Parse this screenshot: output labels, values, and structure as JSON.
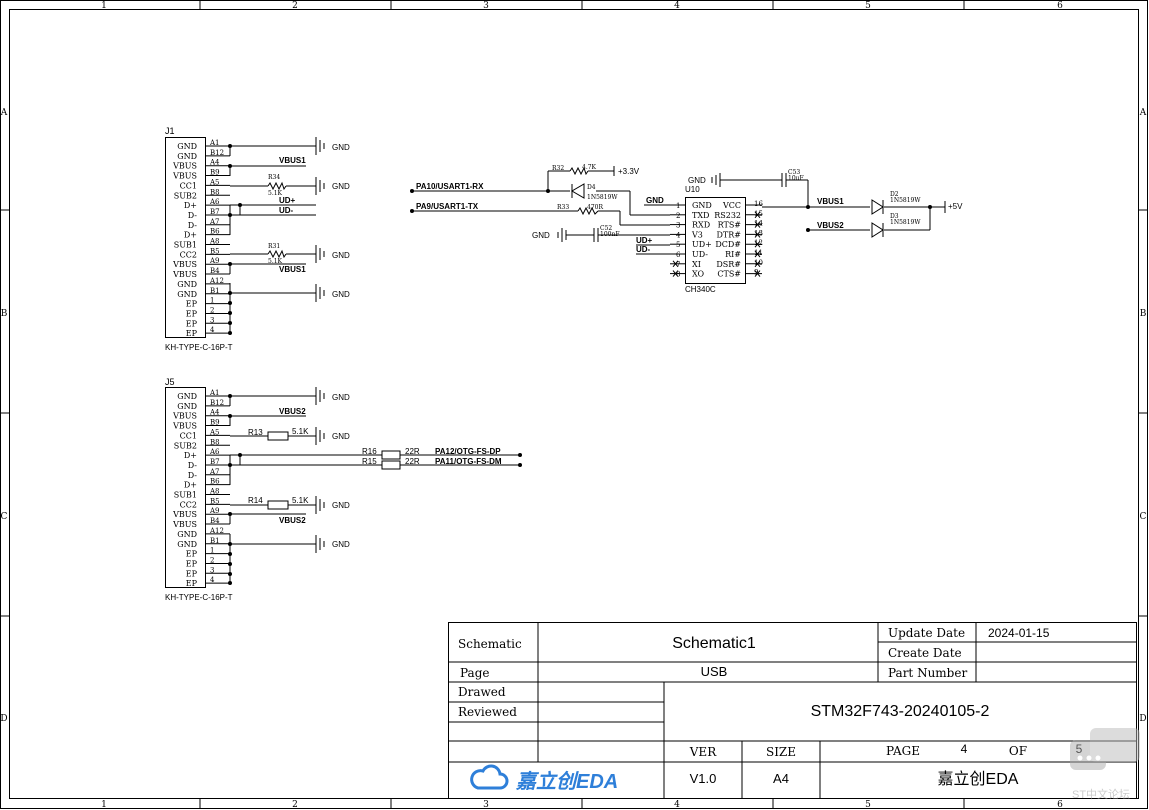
{
  "border": {
    "cols": [
      "1",
      "2",
      "3",
      "4",
      "5",
      "6"
    ],
    "rows": [
      "A",
      "B",
      "C",
      "D"
    ]
  },
  "j1": {
    "ref": "J1",
    "footprint": "KH-TYPE-C-16P-T",
    "pin_labels": [
      "GND",
      "GND",
      "VBUS",
      "VBUS",
      "CC1",
      "SUB2",
      "D+",
      "D-",
      "D-",
      "D+",
      "SUB1",
      "CC2",
      "VBUS",
      "VBUS",
      "GND",
      "GND",
      "EP",
      "EP",
      "EP",
      "EP"
    ],
    "pin_numbers": [
      "A1",
      "B12",
      "A4",
      "B9",
      "A5",
      "B8",
      "A6",
      "B7",
      "A7",
      "B6",
      "A8",
      "B5",
      "A9",
      "B4",
      "A12",
      "B1",
      "1",
      "2",
      "3",
      "4"
    ],
    "r_cc1": "R34",
    "r_cc1_val": "5.1K",
    "r_cc2": "R31",
    "r_cc2_val": "5.1K",
    "net_vbus_top": "VBUS1",
    "net_vbus_bot": "VBUS1",
    "net_dp": "UD+",
    "net_dm": "UD-",
    "gnd": "GND"
  },
  "j5": {
    "ref": "J5",
    "footprint": "KH-TYPE-C-16P-T",
    "r_cc1": "R13",
    "r_cc1_val": "5.1K",
    "r_cc2": "R14",
    "r_cc2_val": "5.1K",
    "net_vbus_top": "VBUS2",
    "net_vbus_bot": "VBUS2",
    "r_dp": "R16",
    "r_dp_val": "22R",
    "net_dp": "PA12/OTG-FS-DP",
    "r_dm": "R15",
    "r_dm_val": "22R",
    "net_dm": "PA11/OTG-FS-DM"
  },
  "u10": {
    "ref": "U10",
    "part": "CH340C",
    "left_pins": [
      "GND",
      "TXD",
      "RXD",
      "V3",
      "UD+",
      "UD-",
      "XI",
      "XO"
    ],
    "left_nums": [
      "1",
      "2",
      "3",
      "4",
      "5",
      "6",
      "7",
      "8"
    ],
    "right_pins": [
      "VCC",
      "RS232",
      "RTS#",
      "DTR#",
      "DCD#",
      "RI#",
      "DSR#",
      "CTS#"
    ],
    "right_nums": [
      "16",
      "15",
      "14",
      "13",
      "12",
      "11",
      "10",
      "9"
    ],
    "net_rx": "PA10/USART1-RX",
    "net_tx": "PA9/USART1-TX",
    "r32": "R32",
    "r32_val": "4.7K",
    "r33": "R33",
    "r33_val": "470R",
    "d4": "D4",
    "d4_val": "1N5819W",
    "c52": "C52",
    "c52_val": "100nF",
    "c53": "C53",
    "c53_val": "10uF",
    "v33": "+3.3V",
    "net_udp": "UD+",
    "net_udm": "UD-",
    "vbus1": "VBUS1",
    "vbus2": "VBUS2",
    "d2": "D2",
    "d2_val": "1N5819W",
    "d3": "D3",
    "d3_val": "1N5819W",
    "v5": "+5V",
    "gnd": "GND"
  },
  "title_block": {
    "schematic_label": "Schematic",
    "schematic_value": "Schematic1",
    "update_date_label": "Update Date",
    "update_date_value": "2024-01-15",
    "create_date_label": "Create Date",
    "page_label": "Page",
    "page_value": "USB",
    "part_number_label": "Part Number",
    "drawed_label": "Drawed",
    "reviewed_label": "Reviewed",
    "project": "STM32F743-20240105-2",
    "ver_label": "VER",
    "size_label": "SIZE",
    "page_num_label": "PAGE",
    "page_num": "4",
    "of_label": "OF",
    "page_total": "5",
    "ver_value": "V1.0",
    "size_value": "A4",
    "company": "嘉立创EDA",
    "logo_text": "嘉立创EDA"
  },
  "watermark": "ST中文论坛"
}
